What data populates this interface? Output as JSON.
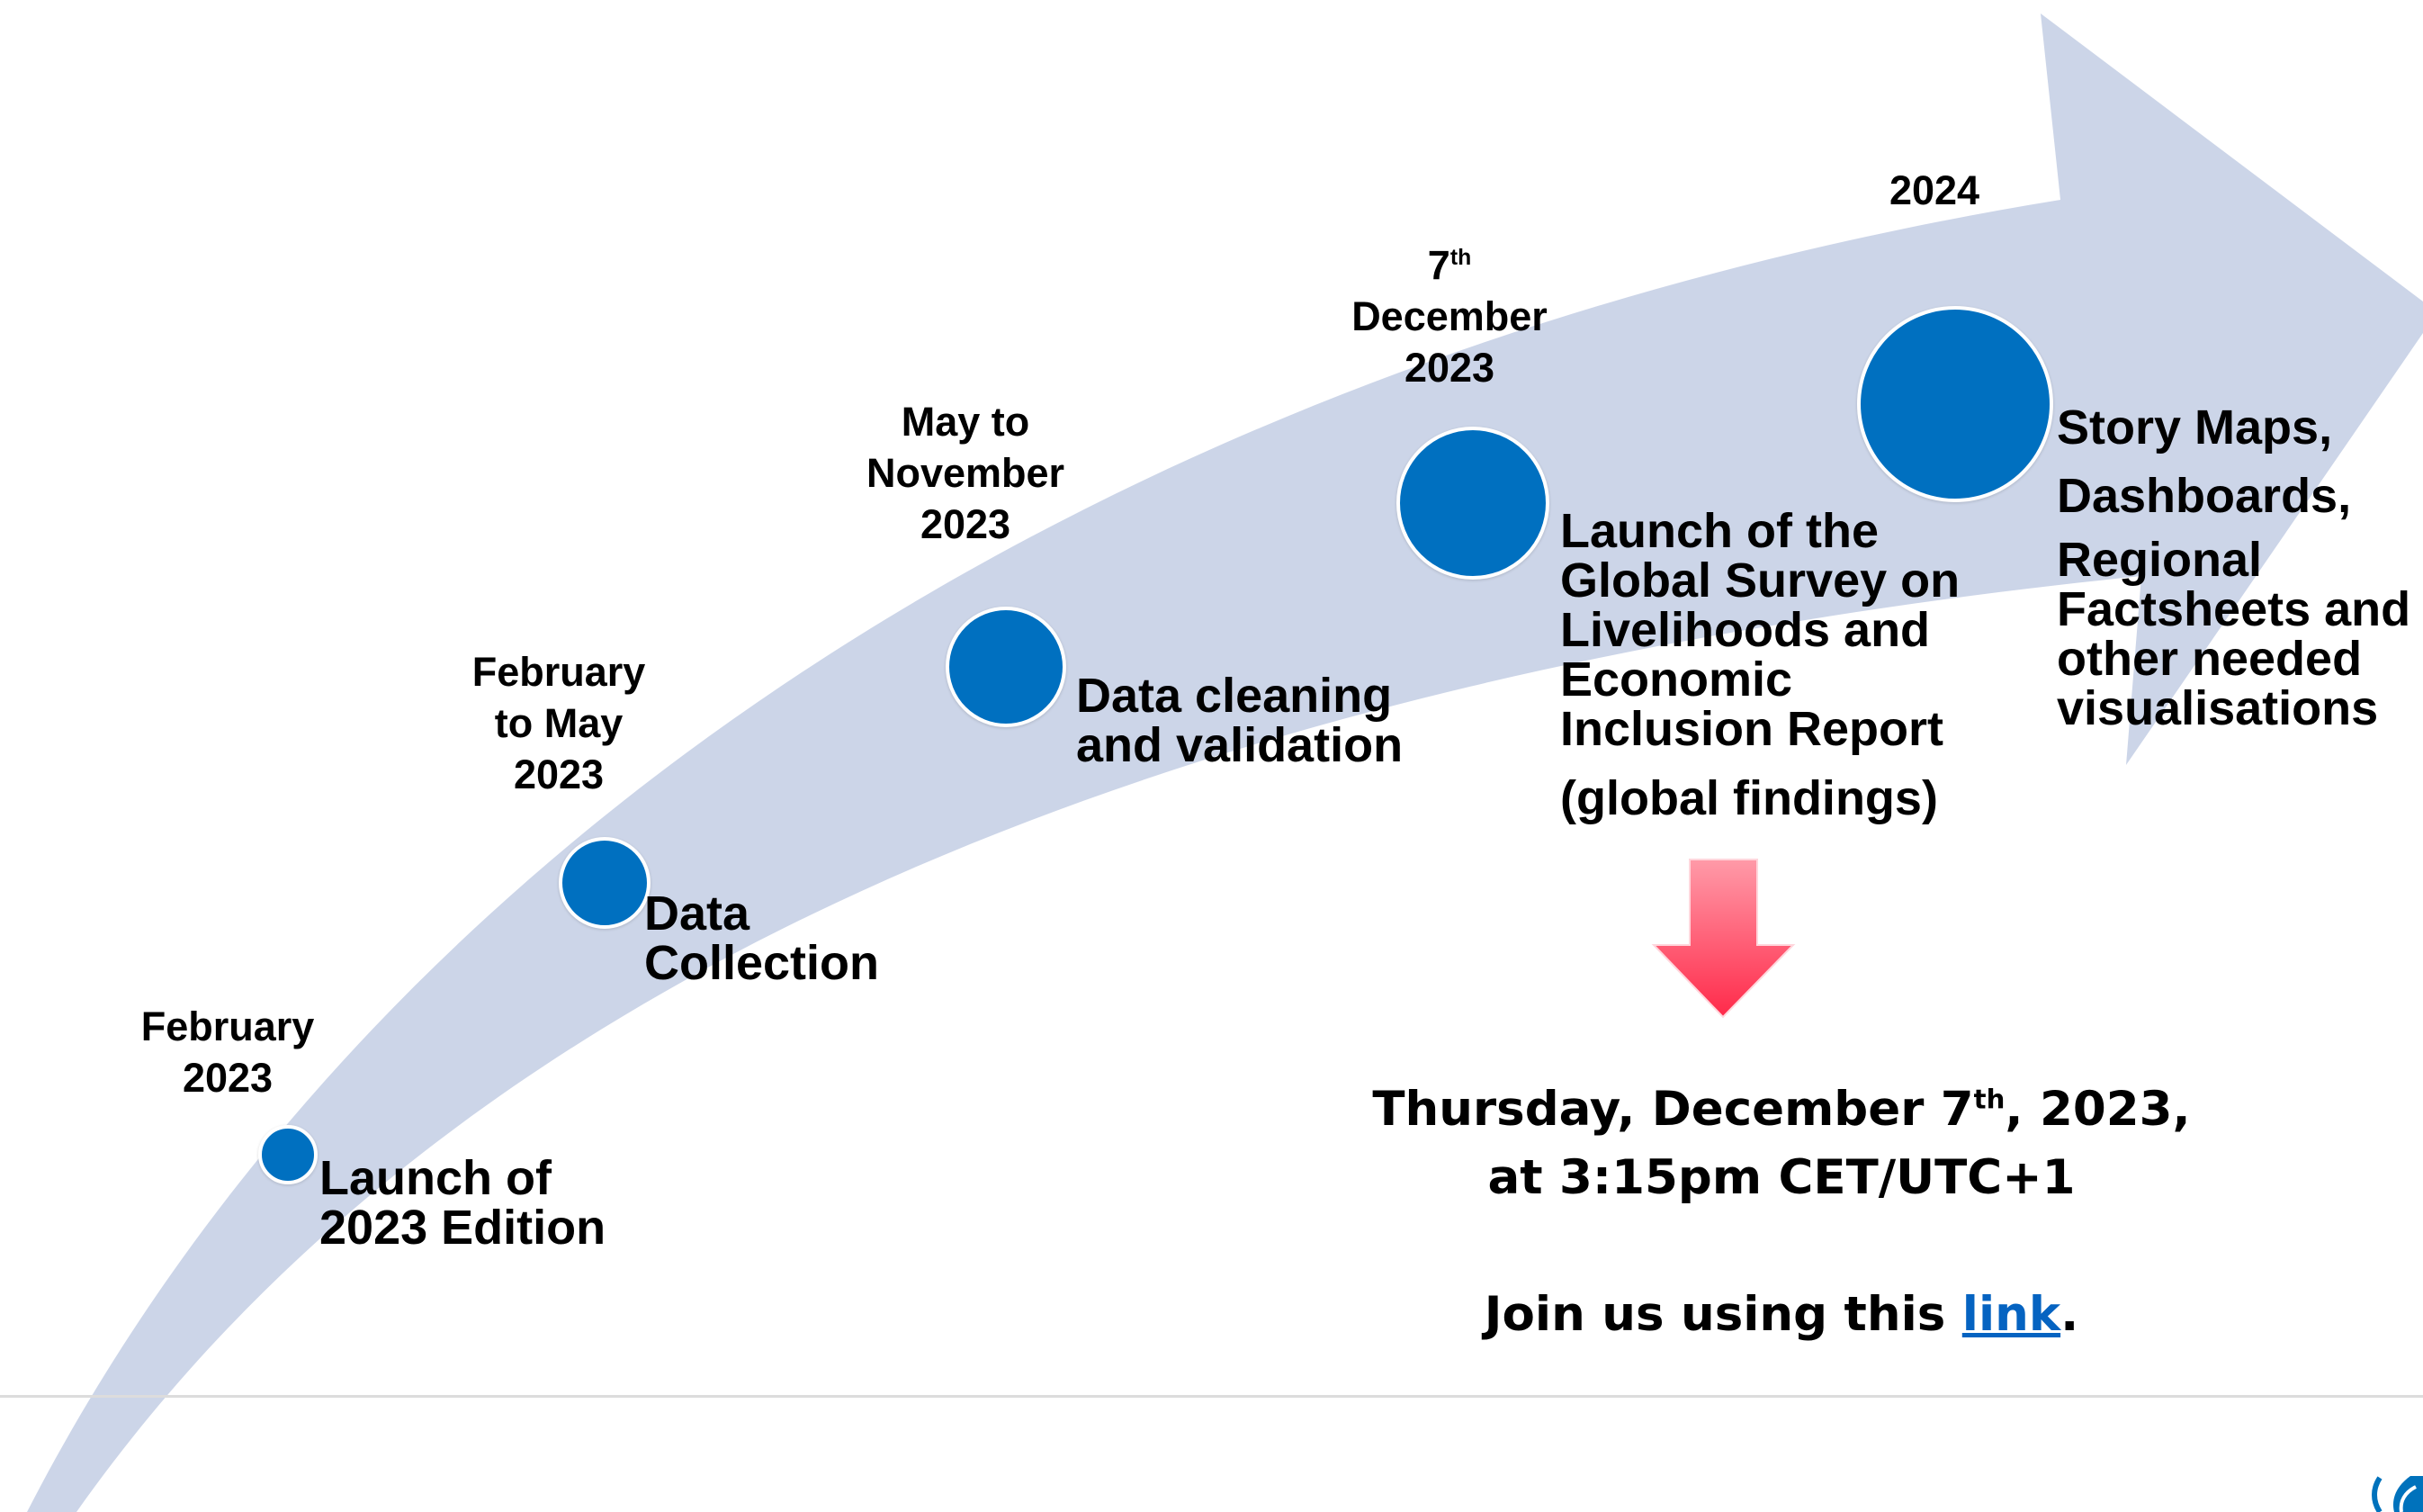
{
  "timeline": [
    {
      "date_parts": [
        "February",
        "2023"
      ],
      "step_lines": [
        "Launch of",
        "2023 Edition"
      ]
    },
    {
      "date_parts": [
        "February",
        "to May",
        "2023"
      ],
      "step_lines": [
        "Data",
        "Collection"
      ]
    },
    {
      "date_parts": [
        "May to",
        "November",
        "2023"
      ],
      "step_lines": [
        "Data cleaning",
        "and validation"
      ]
    },
    {
      "date_day": "7",
      "date_suffix": "th",
      "date_parts": [
        "December",
        "2023"
      ],
      "step_lines": [
        "Launch of the",
        "Global Survey on",
        "Livelihoods and",
        "Economic",
        "Inclusion Report",
        "(global findings)"
      ]
    },
    {
      "date_parts": [
        "2024"
      ],
      "step_lines": [
        "Story Maps,",
        "Dashboards,",
        "Regional",
        "Factsheets and",
        "other needed",
        "visualisations"
      ]
    }
  ],
  "event": {
    "line1_pre": "Thursday, December 7",
    "line1_sup": "th",
    "line1_post": ", 2023,",
    "line2": "at 3:15pm CET/UTC+1",
    "join_pre": "Join us using this ",
    "join_link": "link",
    "join_post": "."
  },
  "colors": {
    "arrow": "#ccd5e8",
    "milestone": "#0070c0",
    "down_arrow_top": "#ff9aa8",
    "down_arrow_bottom": "#ff2a4a",
    "link": "#0563c1"
  }
}
